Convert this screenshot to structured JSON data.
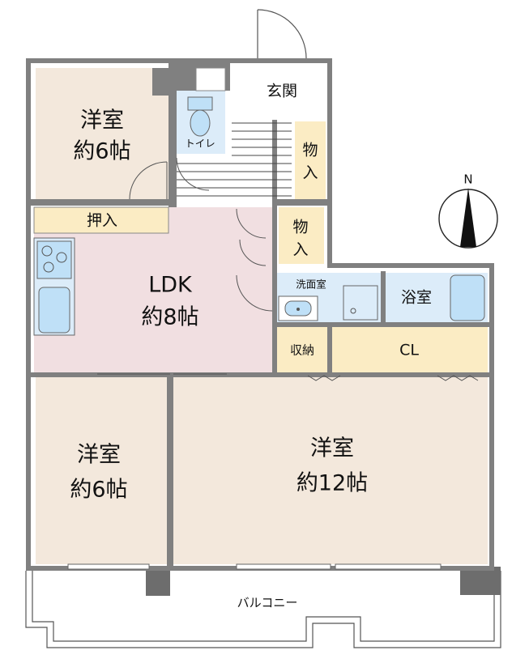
{
  "rooms": {
    "western_top": {
      "name": "洋室",
      "size": "約6帖"
    },
    "western_bottom_left": {
      "name": "洋室",
      "size": "約6帖"
    },
    "western_main": {
      "name": "洋室",
      "size": "約12帖"
    },
    "ldk": {
      "name": "LDK",
      "size": "約8帖"
    },
    "oshiire": "押入",
    "entrance": "玄関",
    "toilet": "トイレ",
    "storage_upper": [
      "物",
      "入"
    ],
    "storage_lower": [
      "物",
      "入"
    ],
    "washroom": "洗面室",
    "bathroom": "浴室",
    "shuno": "収納",
    "closet": "CL",
    "balcony": "バルコニー"
  },
  "compass": {
    "label": "N"
  },
  "colors": {
    "wall": "#808080",
    "western_room": "#f3e8dc",
    "ldk": "#f1dfe1",
    "storage": "#fbecc4",
    "wet_area": "#dcecf9",
    "fixture": "#bfe0f7"
  }
}
